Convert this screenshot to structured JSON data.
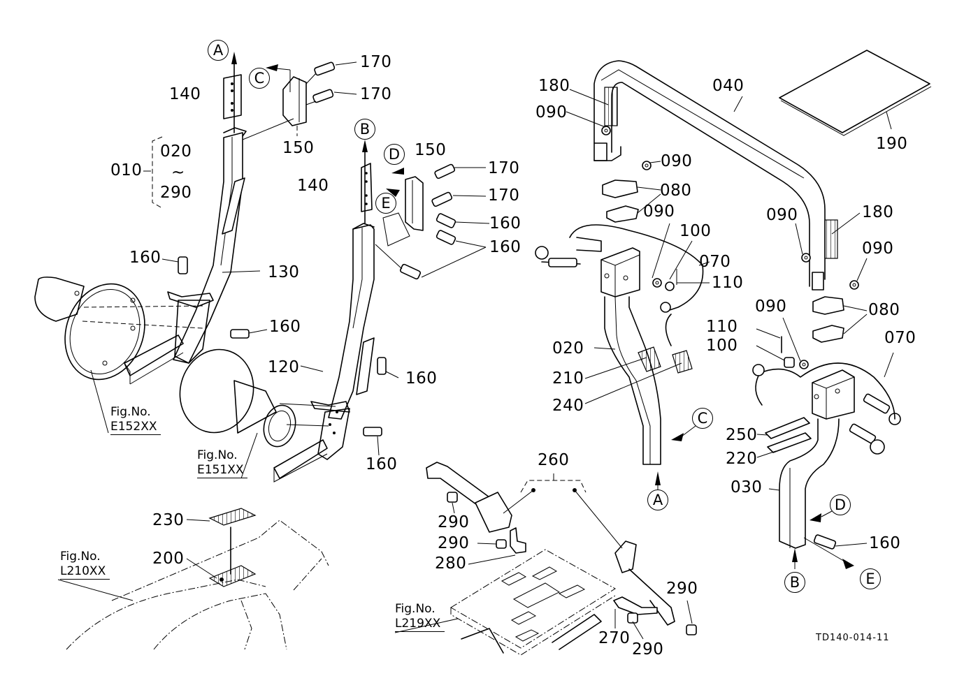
{
  "diagram": {
    "type": "exploded-parts-diagram",
    "drawing_number": "TD140-014-11",
    "reference_circles": {
      "a1": "A",
      "c1": "C",
      "b1": "B",
      "d1": "D",
      "e1": "E",
      "c2": "C",
      "a2": "A",
      "d2": "D",
      "b2": "B",
      "e2": "E"
    },
    "assembly_group": {
      "parent": "010",
      "range_start": "020",
      "range_symbol": "~",
      "range_end": "290"
    },
    "figure_refs": [
      {
        "caption": "Fig.No.",
        "code": "E152XX"
      },
      {
        "caption": "Fig.No.",
        "code": "E151XX"
      },
      {
        "caption": "Fig.No.",
        "code": "L210XX"
      },
      {
        "caption": "Fig.No.",
        "code": "L219XX"
      }
    ],
    "part_labels": {
      "p140a": "140",
      "p170a": "170",
      "p170b": "170",
      "p150a": "150",
      "p140b": "140",
      "p150b": "150",
      "p170c": "170",
      "p170d": "170",
      "p160a": "160",
      "p160b": "160",
      "p160c": "160",
      "p130": "130",
      "p160d": "160",
      "p120": "120",
      "p160e": "160",
      "p160f": "160",
      "p230": "230",
      "p200": "200",
      "p180a": "180",
      "p090a": "090",
      "p040": "040",
      "p190": "190",
      "p090b": "090",
      "p080a": "080",
      "p090c": "090",
      "p100a": "100",
      "p070a": "070",
      "p110a": "110",
      "p020": "020",
      "p210": "210",
      "p240": "240",
      "p090d": "090",
      "p180b": "180",
      "p090e": "090",
      "p090f": "090",
      "p080b": "080",
      "p110b": "110",
      "p100b": "100",
      "p070b": "070",
      "p250": "250",
      "p220": "220",
      "p030": "030",
      "p160g": "160",
      "p260": "260",
      "p290a": "290",
      "p290b": "290",
      "p280": "280",
      "p290c": "290",
      "p270": "270",
      "p290d": "290"
    },
    "parts_list": [
      "010",
      "020",
      "030",
      "040",
      "070",
      "080",
      "090",
      "100",
      "110",
      "120",
      "130",
      "140",
      "150",
      "160",
      "170",
      "180",
      "190",
      "200",
      "210",
      "220",
      "230",
      "240",
      "250",
      "260",
      "270",
      "280",
      "290"
    ]
  }
}
